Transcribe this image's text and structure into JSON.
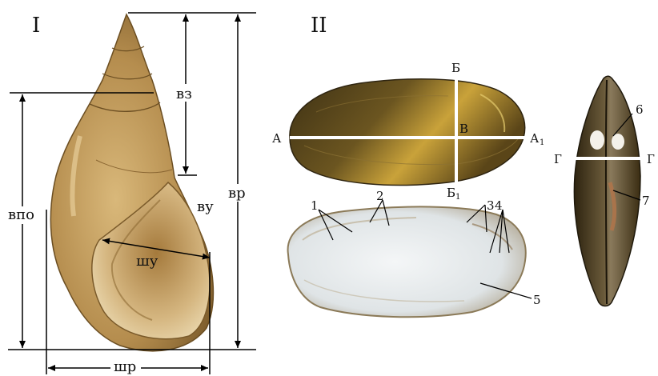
{
  "panels": {
    "left": {
      "roman": "I"
    },
    "right": {
      "roman": "II"
    }
  },
  "snail_labels": {
    "vz": "вз",
    "vr": "вр",
    "vpo": "впо",
    "vu": "ву",
    "shu": "шу",
    "shr": "шр"
  },
  "mussel_axes": {
    "A": "А",
    "A1": "А",
    "A1_sub": "1",
    "B": "Б",
    "B1": "Б",
    "B1_sub": "1",
    "V": "В",
    "G_left": "Г",
    "G_right": "Г"
  },
  "mussel_parts": {
    "p1": "1",
    "p2": "2",
    "p3": "3",
    "p4": "4",
    "p5": "5",
    "p6": "6",
    "p7": "7"
  },
  "colors": {
    "snail_shell": "#b58d4e",
    "snail_dark": "#7a5a2a",
    "mussel_outer": "#5f4a1e",
    "mussel_yellow": "#c8a23a",
    "mussel_inner": "#e9ecee",
    "lines": "#000000",
    "axis_white": "#ffffff"
  }
}
